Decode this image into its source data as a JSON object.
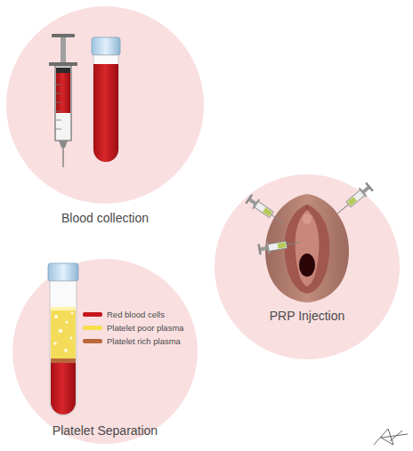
{
  "diagram": {
    "nodes": [
      {
        "text": [
          "Blood collection"
        ]
      },
      {
        "text": [
          "PRP Injection"
        ]
      },
      {
        "text": [
          "Platelet Separation"
        ]
      }
    ],
    "legend": [
      {
        "text": "Red blood cells",
        "color": "#c4161c"
      },
      {
        "text": "Platelet poor plasma",
        "color": "#f6e04c"
      },
      {
        "text": "Platelet rich plasma",
        "color": "#b8683a"
      }
    ]
  }
}
